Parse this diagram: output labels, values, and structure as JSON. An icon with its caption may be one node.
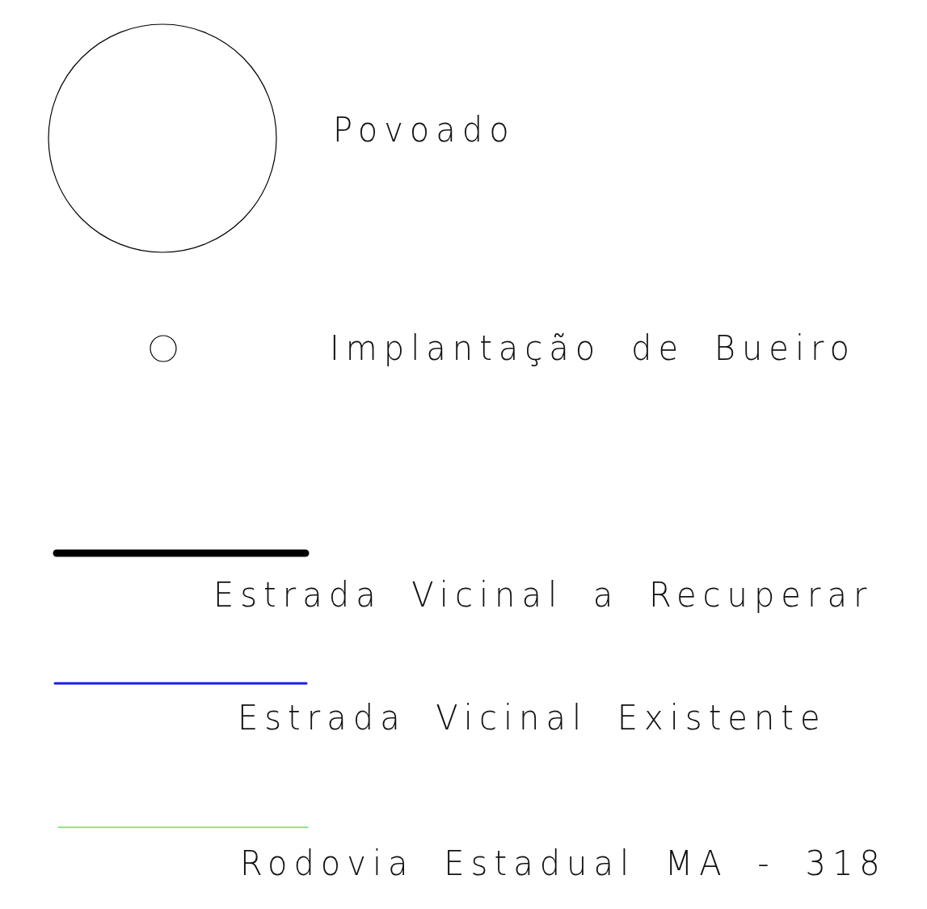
{
  "diagram": {
    "legend": [
      {
        "text": "Povoado"
      },
      {
        "text": "Implantação de Bueiro"
      },
      {
        "text": "Estrada Vicinal a Recuperar"
      },
      {
        "text": "Estrada Vicinal Existente"
      },
      {
        "text": "Rodovia Estadual MA - 318"
      }
    ]
  }
}
